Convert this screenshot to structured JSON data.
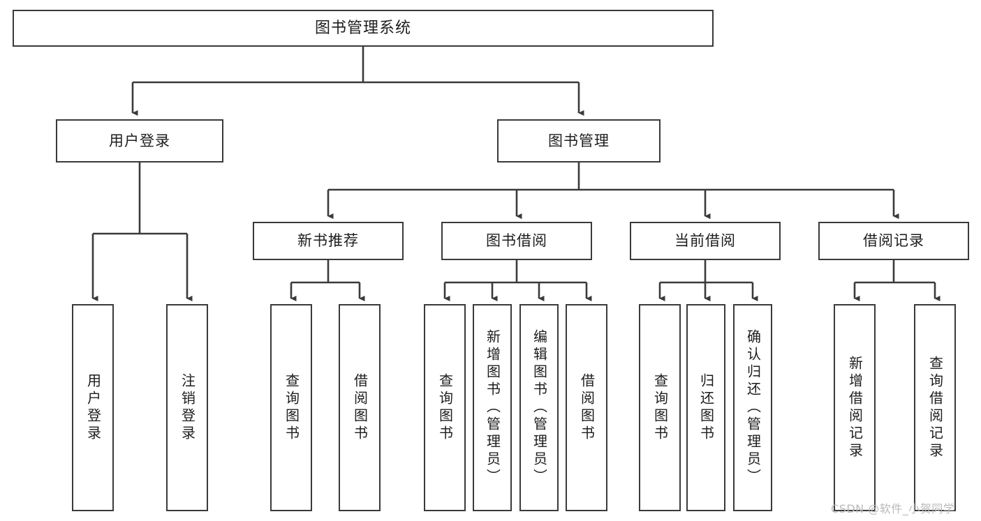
{
  "diagram": {
    "title": "图书管理系统",
    "type": "tree-hierarchy-chart",
    "line_color": "#3a3a3a",
    "box_fill": "#ffffff",
    "text_color": "#1d1d1d"
  },
  "watermark": {
    "text": "CSDN @软件_小贺同学",
    "color": "#b9b9b9"
  },
  "nodes": {
    "root": {
      "label": "图书管理系统"
    },
    "level2": [
      {
        "label": "用户登录"
      },
      {
        "label": "图书管理"
      }
    ],
    "level3": [
      {
        "label": "新书推荐"
      },
      {
        "label": "图书借阅"
      },
      {
        "label": "当前借阅"
      },
      {
        "label": "借阅记录"
      }
    ],
    "leaves": {
      "user_login": [
        {
          "label": "用户登录"
        },
        {
          "label": "注销登录"
        }
      ],
      "new_book": [
        {
          "label": "查询图书"
        },
        {
          "label": "借阅图书"
        }
      ],
      "book_borrow": [
        {
          "label": "查询图书"
        },
        {
          "label": "新增图书（管理员）"
        },
        {
          "label": "编辑图书（管理员）"
        },
        {
          "label": "借阅图书"
        }
      ],
      "current_borrow": [
        {
          "label": "查询图书"
        },
        {
          "label": "归还图书"
        },
        {
          "label": "确认归还（管理员）"
        }
      ],
      "borrow_record": [
        {
          "label": "新增借阅记录"
        },
        {
          "label": "查询借阅记录"
        }
      ]
    }
  }
}
